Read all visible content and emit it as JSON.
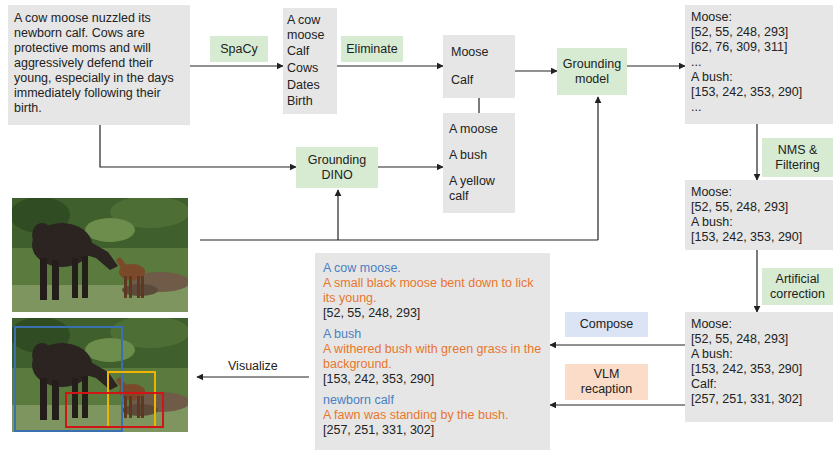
{
  "diagram": {
    "nodes": [
      {
        "text": [
          "A cow moose nuzzled its newborn calf. Cows are protective moms and will aggressively defend their young, especially in the days immediately following their birth."
        ]
      },
      {
        "text": [
          "SpaCy"
        ]
      },
      {
        "text": [
          "A cow moose",
          "Calf",
          "Cows",
          "Dates",
          "Birth"
        ]
      },
      {
        "text": [
          "Eliminate"
        ]
      },
      {
        "text": [
          "Moose",
          "Calf"
        ]
      },
      {
        "text": [
          "Grounding DINO"
        ]
      },
      {
        "text": [
          "A moose",
          "A bush",
          "A yellow calf"
        ]
      },
      {
        "text": [
          "Grounding model"
        ]
      },
      {
        "text": [
          "Moose:",
          "[52, 55, 248, 293]",
          "[62, 76, 309, 311]",
          "...",
          "A bush:",
          "[153, 242, 353, 290]",
          "..."
        ]
      },
      {
        "text": [
          "NMS & Filtering"
        ]
      },
      {
        "text": [
          "Moose:",
          "[52, 55, 248, 293]",
          "A bush:",
          "[153, 242, 353, 290]"
        ]
      },
      {
        "text": [
          "Artificial correction"
        ]
      },
      {
        "text": [
          "Moose:",
          "[52, 55, 248, 293]",
          "A bush:",
          "[153, 242, 353, 290]",
          "Calf:",
          "[257, 251, 331, 302]"
        ]
      },
      {
        "text": [
          "Compose"
        ]
      },
      {
        "text": [
          "VLM recaption"
        ]
      },
      {
        "text": [
          "A cow moose.",
          "A small black moose bent down to lick its young.",
          "[52, 55, 248, 293]",
          "A bush",
          "A withered bush with green grass in the background.",
          "[153, 242, 353, 290]",
          "newborn calf",
          "A fawn was standing by the bush.",
          "[257, 251, 331, 302]"
        ]
      }
    ],
    "edges": [
      {
        "from": 0,
        "to": 2,
        "arrow": "to"
      },
      {
        "from": 2,
        "to": 4,
        "arrow": "to"
      },
      {
        "from": 4,
        "to": 6,
        "arrow": "none"
      },
      {
        "from": 0,
        "to": 5,
        "arrow": "to"
      },
      {
        "from": 5,
        "to": 6,
        "arrow": "to"
      },
      {
        "from": 4,
        "to": 7,
        "arrow": "to"
      },
      {
        "from": 7,
        "to": 8,
        "arrow": "to"
      },
      {
        "from": 8,
        "to": 10,
        "arrow": "to"
      },
      {
        "from": 10,
        "to": 12,
        "arrow": "to"
      },
      {
        "from": 12,
        "to": 15,
        "arrow": "to"
      },
      {
        "from": 12,
        "to": 15,
        "arrow": "to"
      }
    ],
    "labels": [
      "Visualize"
    ]
  }
}
